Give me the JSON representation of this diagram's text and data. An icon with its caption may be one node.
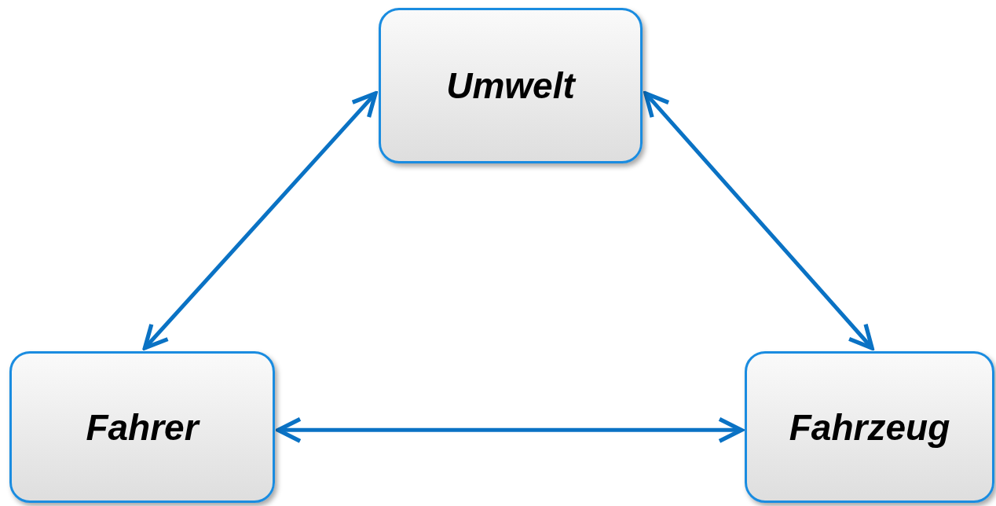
{
  "diagram": {
    "nodes": [
      {
        "text": [
          "Umwelt"
        ]
      },
      {
        "text": [
          "Fahrer"
        ]
      },
      {
        "text": [
          "Fahrzeug"
        ]
      }
    ],
    "edges": [
      {
        "from": 0,
        "to": 1,
        "arrow": "both"
      },
      {
        "from": 0,
        "to": 2,
        "arrow": "both"
      },
      {
        "from": 1,
        "to": 2,
        "arrow": "both"
      }
    ]
  }
}
